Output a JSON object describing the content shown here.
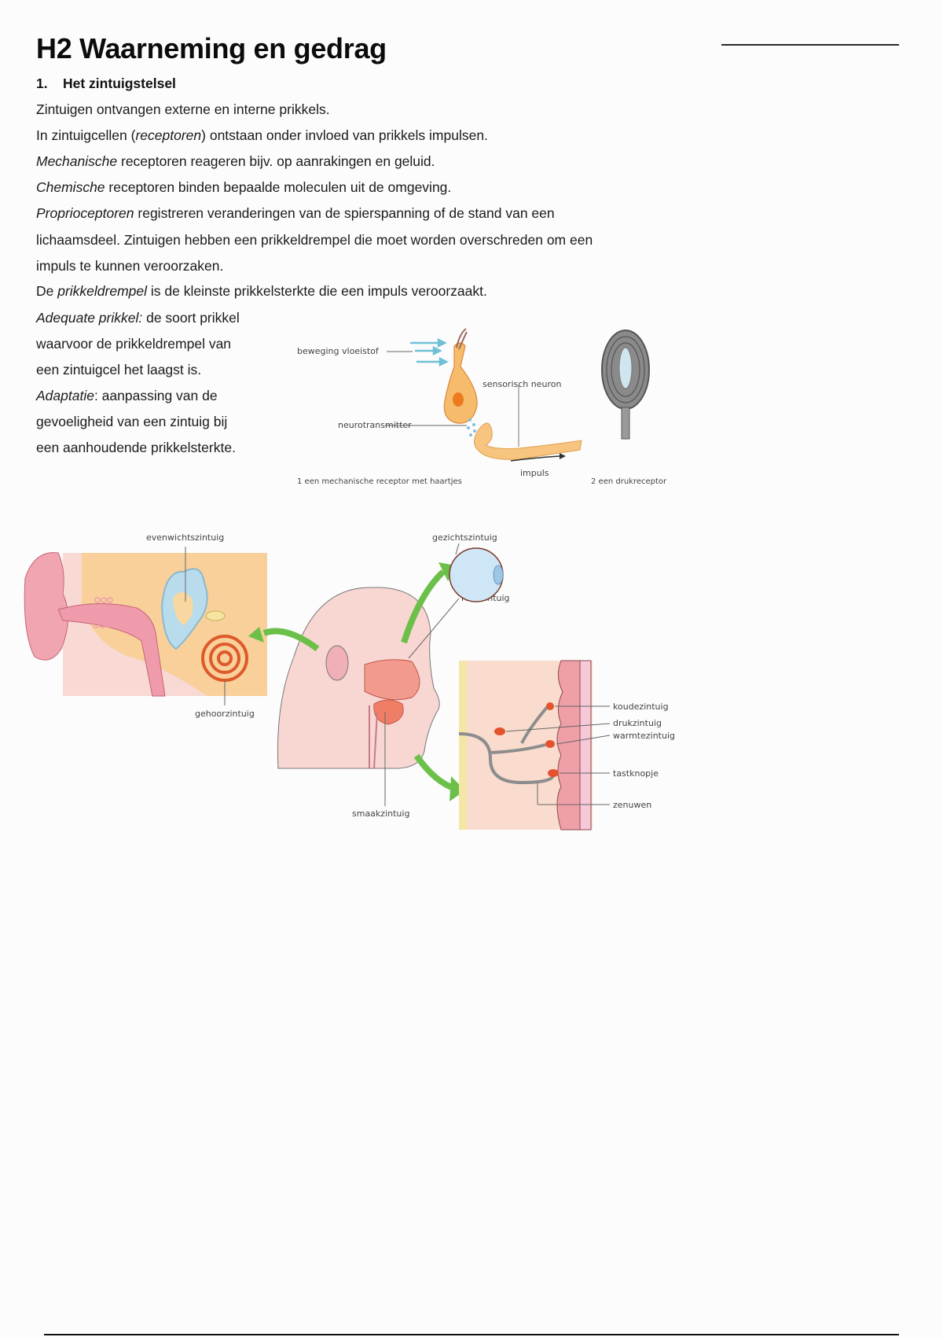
{
  "header": {
    "title": "H2 Waarneming en gedrag"
  },
  "section": {
    "number": "1.",
    "title": "Het zintuigstelsel"
  },
  "paragraphs": [
    {
      "italic": "",
      "text": "Zintuigen ontvangen externe en interne prikkels."
    },
    {
      "pre": "In zintuigcellen (",
      "italic": "receptoren",
      "text": ") ontstaan onder invloed van prikkels impulsen."
    },
    {
      "italic": "Mechanische",
      "text": " receptoren reageren bijv. op aanrakingen en geluid."
    },
    {
      "italic": "Chemische",
      "text": " receptoren binden bepaalde moleculen uit de omgeving."
    },
    {
      "italic": "Proprioceptoren",
      "text": " registreren veranderingen van de spierspanning of de stand van een"
    },
    {
      "italic": "",
      "text": "lichaamsdeel. Zintuigen hebben een prikkeldrempel die moet worden overschreden om een"
    },
    {
      "italic": "",
      "text": "impuls te kunnen veroorzaken."
    },
    {
      "pre": "De ",
      "italic": "prikkeldrempel",
      "text": " is de kleinste prikkelsterkte die een impuls veroorzaakt."
    }
  ],
  "definitions": [
    {
      "italic": "Adequate prikkel:",
      "text": " de soort prikkel"
    },
    {
      "italic": "",
      "text": "waarvoor de prikkeldrempel van"
    },
    {
      "italic": "",
      "text": "een zintuigcel het laagst is."
    },
    {
      "italic": "Adaptatie",
      "text": ": aanpassing van de"
    },
    {
      "italic": "",
      "text": "gevoeligheid van een zintuig bij"
    },
    {
      "italic": "",
      "text": "een aanhoudende prikkelsterkte."
    }
  ],
  "figure_receptors": {
    "labels": {
      "fluid_motion": "beweging vloeistof",
      "sensory_neuron": "sensorisch neuron",
      "neurotransmitter": "neurotransmitter",
      "impulse": "impuls"
    },
    "caption_1": "1  een mechanische receptor met haartjes",
    "caption_2": "2  een drukreceptor"
  },
  "figure_senses": {
    "labels": {
      "balance": "evenwichtszintuig",
      "hearing": "gehoorzintuig",
      "sight": "gezichtszintuig",
      "smell": "reukzintuig",
      "taste": "smaakzintuig",
      "cold": "koudezintuig",
      "pressure": "drukzintuig",
      "warmth": "warmtezintuig",
      "touch": "tastknopje",
      "nerves": "zenuwen"
    }
  },
  "colors": {
    "arrow_green": "#6cc04a",
    "skin_pink": "#f8d3cd",
    "tissue_orange": "#f9cf96",
    "eye_blue": "#cfe6f6",
    "receptor_red": "#e4522e"
  }
}
